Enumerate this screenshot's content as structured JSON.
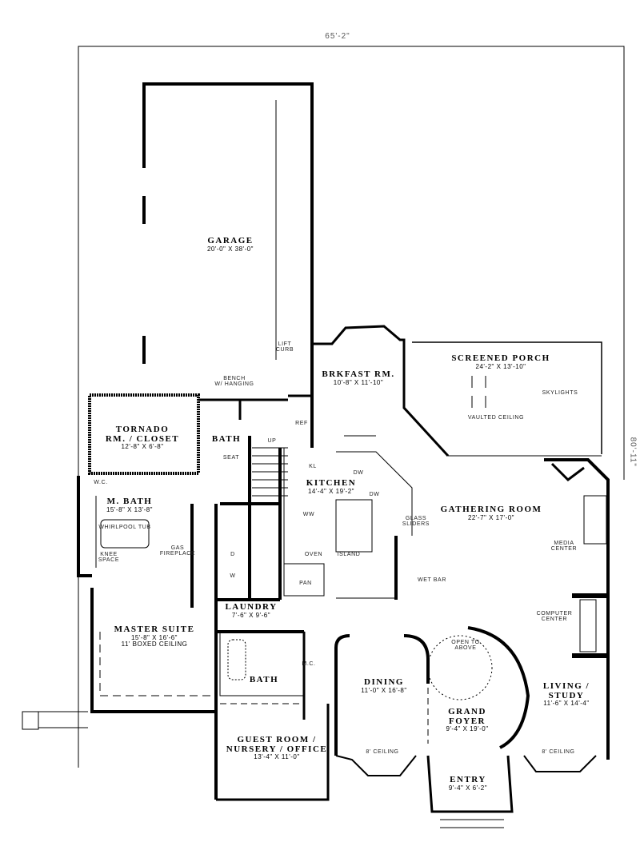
{
  "plan": {
    "overall_width": "65'-2\"",
    "overall_depth": "80'-11\""
  },
  "rooms": [
    {
      "id": "garage",
      "name": "GARAGE",
      "dims": "20'-0\" X 38'-0\""
    },
    {
      "id": "breakfast",
      "name": "BRKFAST RM.",
      "dims": "10'-8\" X 11'-10\""
    },
    {
      "id": "screened-porch",
      "name": "SCREENED PORCH",
      "dims": "24'-2\" X 13'-10\""
    },
    {
      "id": "tornado",
      "name": "TORNADO",
      "name2": "RM. / CLOSET",
      "dims": "12'-8\" X 6'-8\""
    },
    {
      "id": "bath-1",
      "name": "BATH"
    },
    {
      "id": "kitchen",
      "name": "KITCHEN",
      "dims": "14'-4\" X 19'-2\""
    },
    {
      "id": "gathering",
      "name": "GATHERING ROOM",
      "dims": "22'-7\" X 17'-0\""
    },
    {
      "id": "master-bath",
      "name": "M. BATH",
      "dims": "15'-8\" X 13'-8\""
    },
    {
      "id": "laundry",
      "name": "LAUNDRY",
      "dims": "7'-6\" X 9'-6\""
    },
    {
      "id": "master-suite",
      "name": "MASTER SUITE",
      "dims": "15'-8\" X 16'-6\"",
      "note": "11' BOXED CEILING"
    },
    {
      "id": "bath-2",
      "name": "BATH"
    },
    {
      "id": "dining",
      "name": "DINING",
      "dims": "11'-0\" X 16'-8\"",
      "note": "8' CEILING"
    },
    {
      "id": "grand-foyer",
      "name": "GRAND",
      "name2": "FOYER",
      "dims": "9'-4\" X 19'-0\""
    },
    {
      "id": "living",
      "name": "LIVING /",
      "name2": "STUDY",
      "dims": "11'-6\" X 14'-4\"",
      "note": "8' CEILING"
    },
    {
      "id": "guest",
      "name": "GUEST ROOM /",
      "name2": "NURSERY / OFFICE",
      "dims": "13'-4\" X 11'-0\""
    },
    {
      "id": "entry",
      "name": "ENTRY",
      "dims": "9'-4\" X 6'-2\""
    }
  ],
  "notes": {
    "porch_skylights": "SKYLIGHTS",
    "porch_ceiling": "VAULTED CEILING",
    "open_to_above": "OPEN TO ABOVE",
    "open_line1": "OPEN TO",
    "open_line2": "ABOVE",
    "bench": "BENCH",
    "bench2": "W/ HANGING",
    "lift_curb": "LIFT",
    "lift_curb2": "CURB",
    "ref": "REF",
    "up": "UP",
    "seat": "SEAT",
    "wic1": "W.C.",
    "whirlpool": "WHIRLPOOL TUB",
    "knee_space": "KNEE",
    "knee_space2": "SPACE",
    "gas_fireplace": "GAS",
    "gas_fireplace2": "FIREPLACE",
    "wc2": "W.C.",
    "dw": "DW",
    "kl": "KL",
    "dw2": "DW",
    "ww": "WW",
    "glass_sliders": "GLASS",
    "glass_sliders2": "SLIDERS",
    "media_center": "MEDIA",
    "media_center2": "CENTER",
    "wet_bar": "WET BAR",
    "computer_center": "COMPUTER",
    "computer_center2": "CENTER",
    "pantry": "PAN",
    "island": "ISLAND",
    "oven": "OVEN",
    "w": "W",
    "d": "D",
    "mc": "M.C.",
    "dining_ceiling": "8' CEILING",
    "living_ceiling": "8' CEILING"
  }
}
